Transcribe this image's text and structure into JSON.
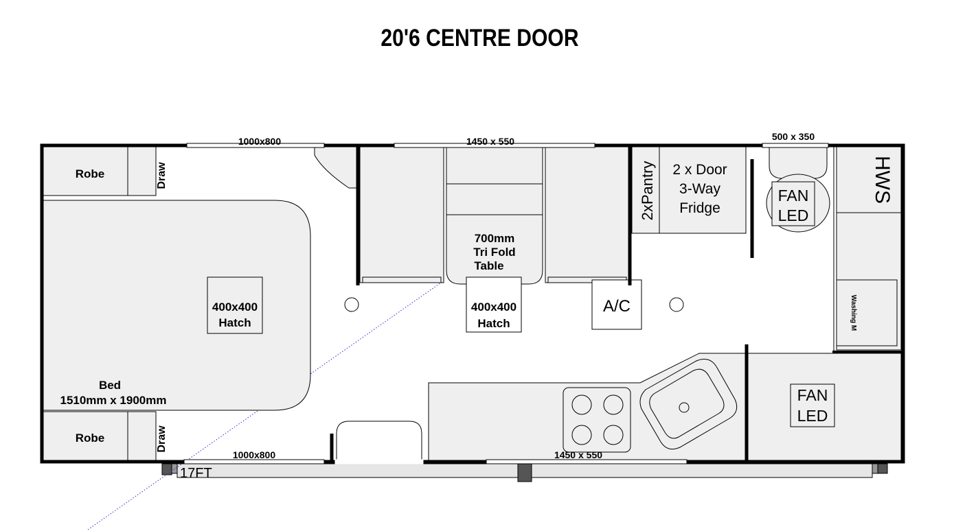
{
  "title": "20'6 CENTRE DOOR",
  "labels": {
    "robe_top": "Robe",
    "robe_bottom": "Robe",
    "draw_top": "Draw",
    "draw_bottom": "Draw",
    "bed_name": "Bed",
    "bed_size": "1510mm x 1900mm",
    "hatch_left_size": "400x400",
    "hatch_left_name": "Hatch",
    "hatch_mid_size": "400x400",
    "hatch_mid_name": "Hatch",
    "table_l1": "700mm",
    "table_l2": "Tri Fold",
    "table_l3": "Table",
    "ac": "A/C",
    "pantry": "2xPantry",
    "fridge_l1": "2 x Door",
    "fridge_l2": "3-Way",
    "fridge_l3": "Fridge",
    "fan_top_l1": "FAN",
    "fan_top_l2": "LED",
    "fan_bottom_l1": "FAN",
    "fan_bottom_l2": "LED",
    "hws": "HWS",
    "washing": "Washing M",
    "chassis_length": "17FT"
  },
  "windows": {
    "top_left": "1000x800",
    "top_mid": "1450 x 550",
    "top_right": "500 x 350",
    "bottom_left": "1000x800",
    "bottom_mid": "1450 x 550"
  },
  "colors": {
    "fixture_fill": "#efefef",
    "wall": "#000000",
    "chassis": "#e6e6e6",
    "jockey": "#555555",
    "door_swing": "#2b2bd6"
  }
}
